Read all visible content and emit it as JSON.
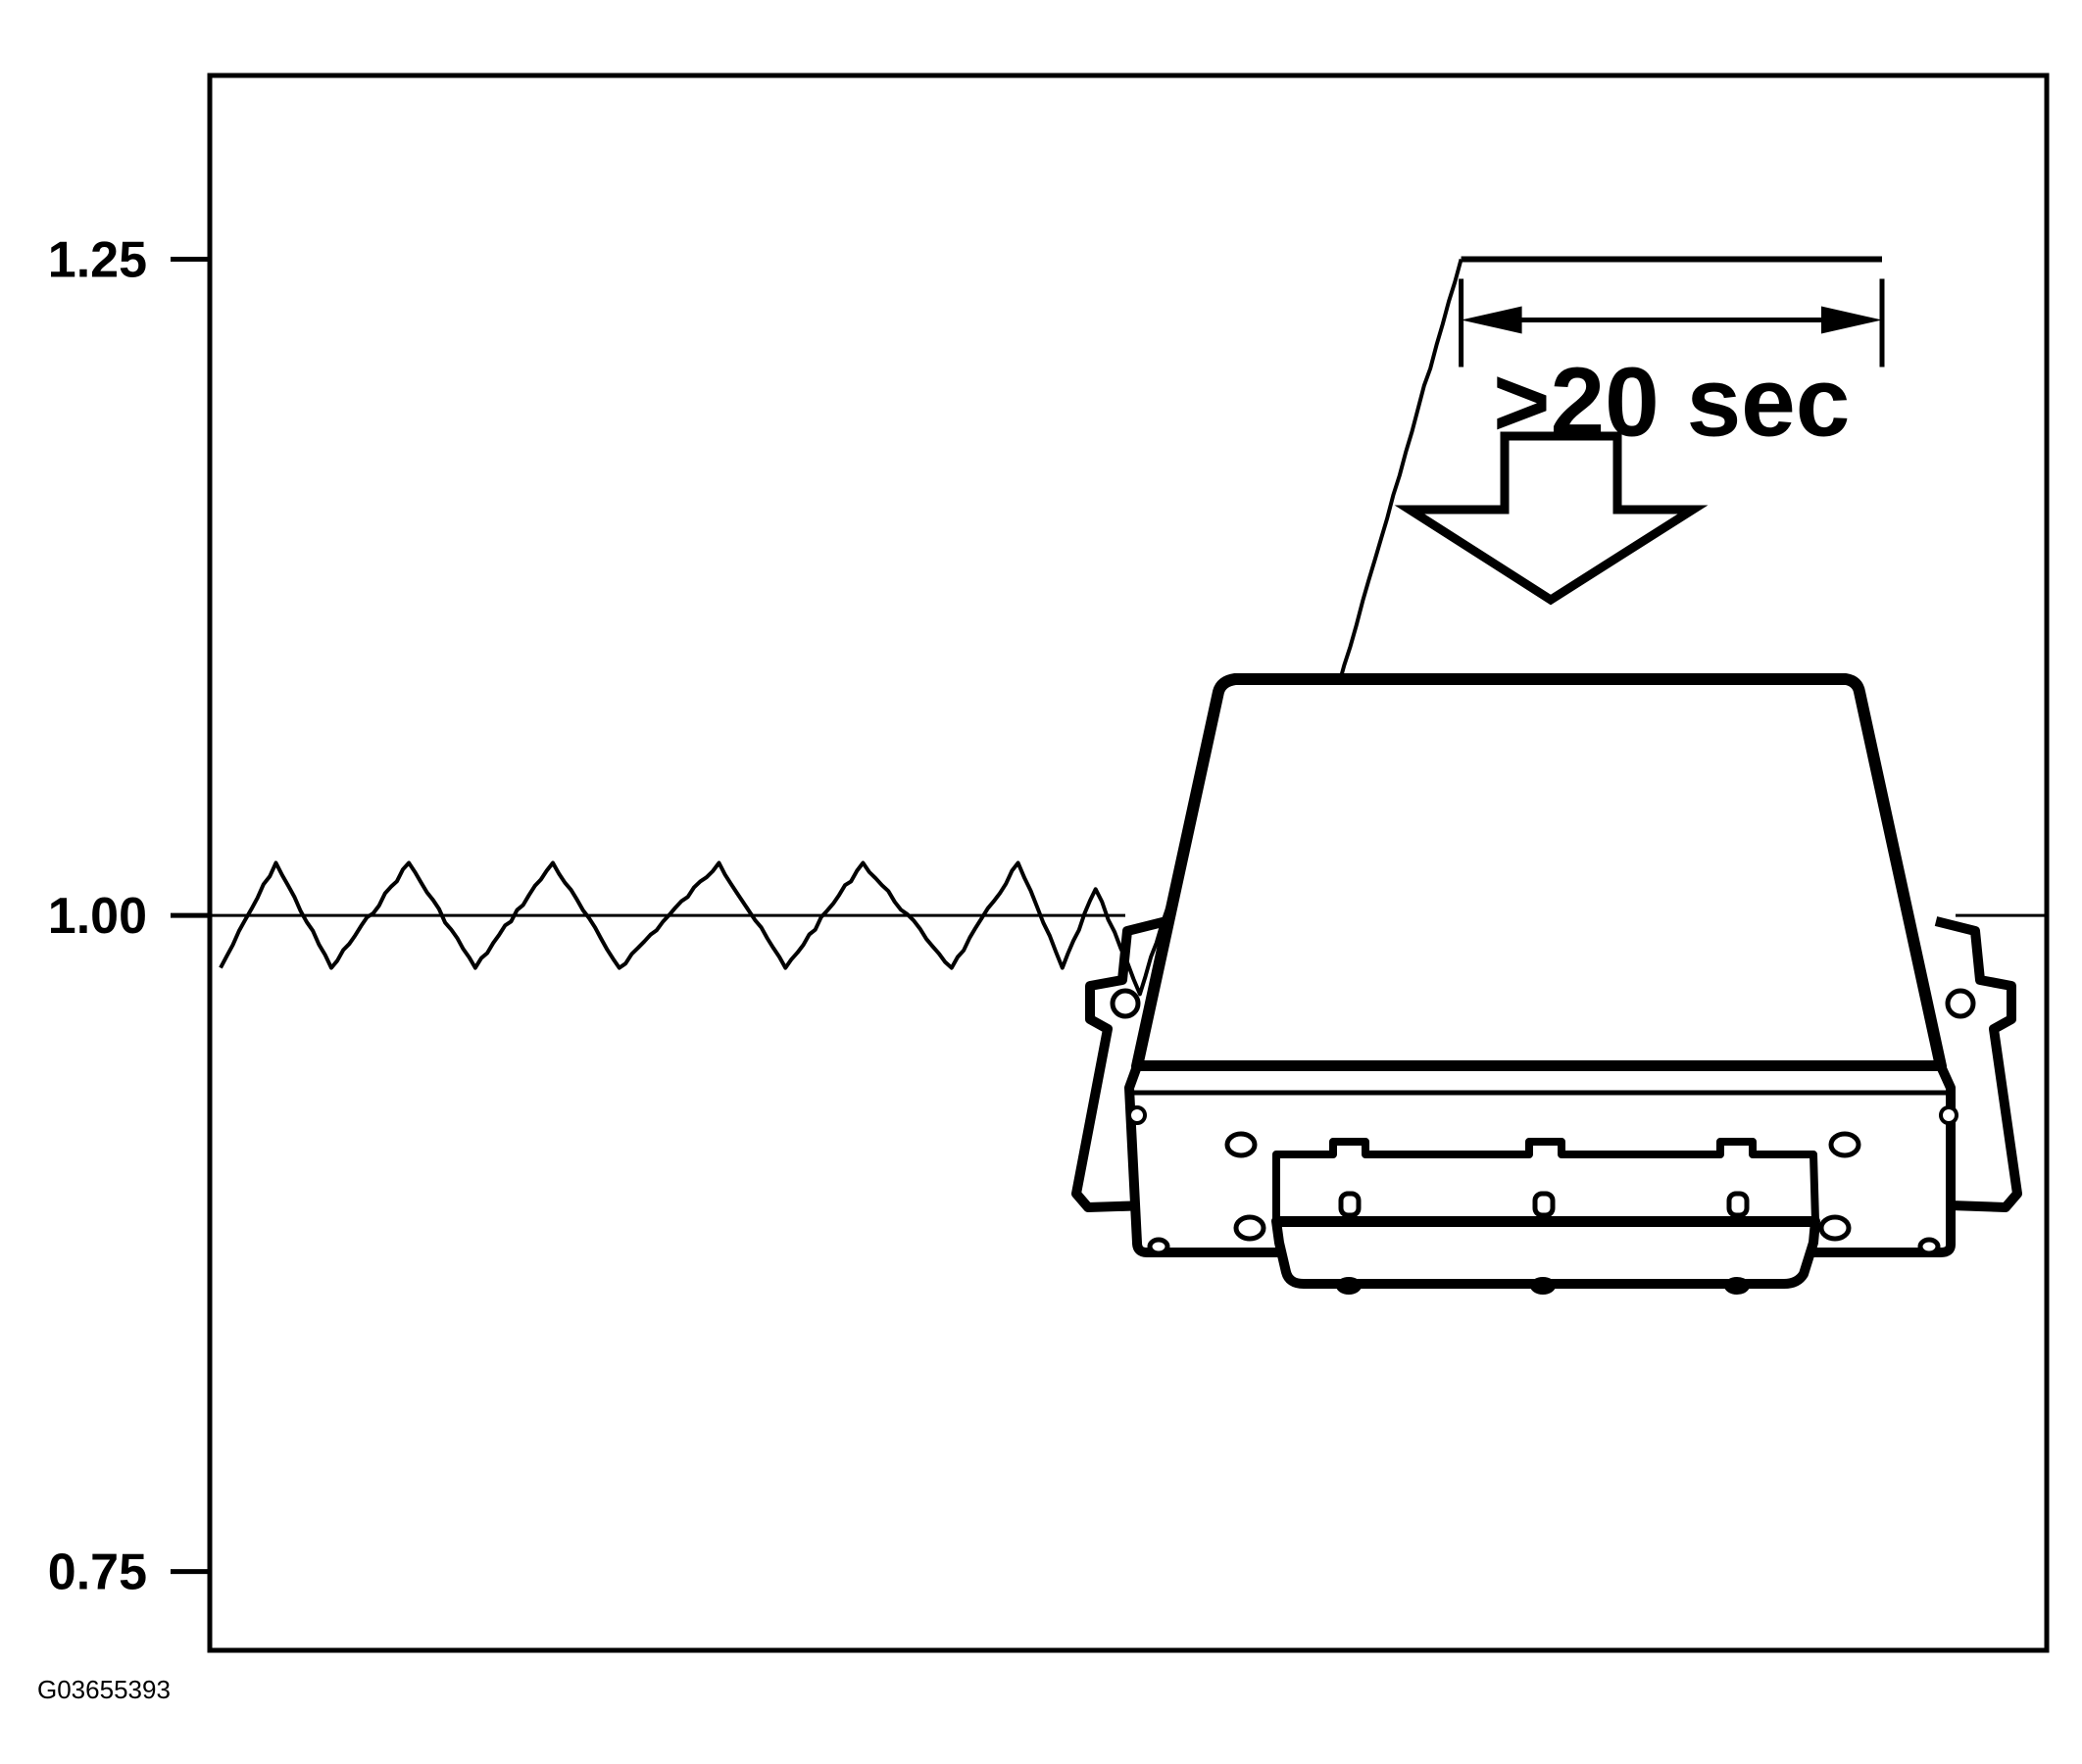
{
  "chart_data": {
    "type": "line",
    "title": "",
    "xlabel": "",
    "ylabel": "",
    "ylim": [
      0.72,
      1.32
    ],
    "yticks": [
      {
        "value": 1.25,
        "label": "1.25"
      },
      {
        "value": 1.0,
        "label": "1.00"
      },
      {
        "value": 0.75,
        "label": "0.75"
      }
    ],
    "reference_line": 1.0,
    "grid": false,
    "legend": "none",
    "series": [
      {
        "x": [
          0.0,
          0.5,
          1.0,
          1.7,
          2.3,
          3.0,
          3.6,
          4.5,
          5.1,
          5.8,
          6.6,
          7.2,
          7.6,
          7.9,
          8.3,
          8.6,
          9.1,
          9.5,
          9.7,
          11.2
        ],
        "values": [
          0.98,
          1.02,
          0.98,
          1.02,
          0.98,
          1.02,
          0.98,
          1.02,
          0.98,
          1.02,
          0.98,
          1.02,
          0.98,
          1.01,
          0.97,
          1.01,
          1.03,
          1.0,
          1.03,
          1.25
        ],
        "plateau_end": 15.0,
        "plateau_value": 1.25
      }
    ],
    "annotations": [
      {
        "text": ">20 sec",
        "type": "duration-arrow",
        "from_x": 11.2,
        "to_x": 15.0
      }
    ]
  },
  "figure_code": "G03655393",
  "illustration_icon": "control-module-icon",
  "colors": {
    "ink": "#000000",
    "background": "#ffffff"
  }
}
